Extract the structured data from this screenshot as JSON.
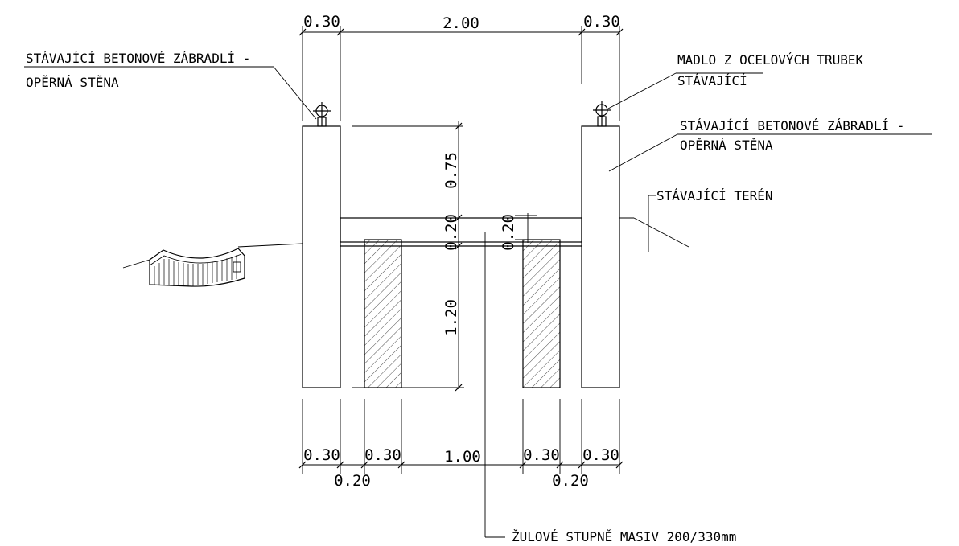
{
  "dimensions": {
    "top_left": "0.30",
    "top_center": "2.00",
    "top_right": "0.30",
    "height_upper": "0.75",
    "slab_thickness_left": "0.20",
    "slab_thickness_right": "0.20",
    "height_lower": "1.20",
    "bottom_w1": "0.30",
    "bottom_w2": "0.30",
    "bottom_center": "1.00",
    "bottom_w3": "0.30",
    "bottom_w4": "0.30",
    "bottom_gap_left": "0.20",
    "bottom_gap_right": "0.20"
  },
  "labels": {
    "left_wall_line1": "STÁVAJÍCÍ BETONOVÉ ZÁBRADLÍ -",
    "left_wall_line2": "OPĚRNÁ STĚNA",
    "handrail_line1": "MADLO Z OCELOVÝCH TRUBEK",
    "handrail_line2": "STÁVAJÍCÍ",
    "right_wall_line1": "STÁVAJÍCÍ BETONOVÉ ZÁBRADLÍ -",
    "right_wall_line2": "OPĚRNÁ STĚNA",
    "terrain": "STÁVAJÍCÍ TERÉN",
    "steps": "ŽULOVÉ STUPNĚ MASIV 200/330mm"
  }
}
